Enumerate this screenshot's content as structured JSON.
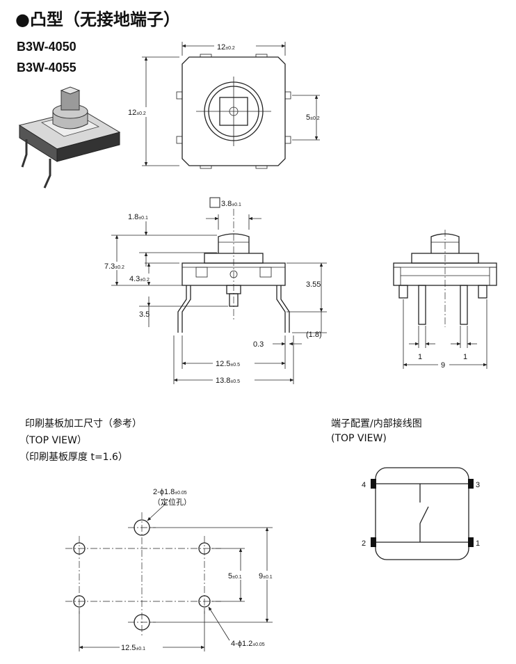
{
  "header": {
    "title": "●凸型（无接地端子）",
    "models": [
      "B3W-4050",
      "B3W-4055"
    ]
  },
  "top_view": {
    "width": "12",
    "width_tol": "±0.2",
    "height": "12",
    "height_tol": "±0.2",
    "pin_pitch": "5",
    "pin_pitch_tol": "±0.2"
  },
  "side_view": {
    "plunger_size": "3.8",
    "plunger_size_tol": "±0.1",
    "plunger_height": "1.8",
    "plunger_height_tol": "±0.1",
    "total_height": "7.3",
    "total_height_tol": "±0.2",
    "body_height": "4.3",
    "body_height_tol": "±0.2",
    "pin_offset": "3.5",
    "terminal_height": "3.55",
    "terminal_ref": "(1.8)",
    "terminal_thickness": "0.3",
    "inner_width": "12.5",
    "inner_width_tol": "±0.5",
    "outer_width": "13.8",
    "outer_width_tol": "±0.5"
  },
  "end_view": {
    "pin_w_left": "1",
    "pin_w_right": "1",
    "pin_spacing": "9"
  },
  "pcb": {
    "title": "印刷基板加工尺寸（参考）",
    "view": "（TOP VIEW）",
    "thickness": "（印刷基板厚度 t=1.6）",
    "locating_hole": "2-ϕ1.8",
    "locating_hole_tol": "±0.05",
    "locating_hole_label": "（定位孔）",
    "terminal_hole": "4-ϕ1.2",
    "terminal_hole_tol": "±0.05",
    "pitch_v": "5",
    "pitch_v_tol": "±0.1",
    "pitch_v_total": "9",
    "pitch_v_total_tol": "±0.1",
    "pitch_h": "12.5",
    "pitch_h_tol": "±0.1"
  },
  "terminals": {
    "title": "端子配置/内部接线图",
    "view": "(TOP VIEW)",
    "labels": [
      "1",
      "2",
      "3",
      "4"
    ]
  }
}
